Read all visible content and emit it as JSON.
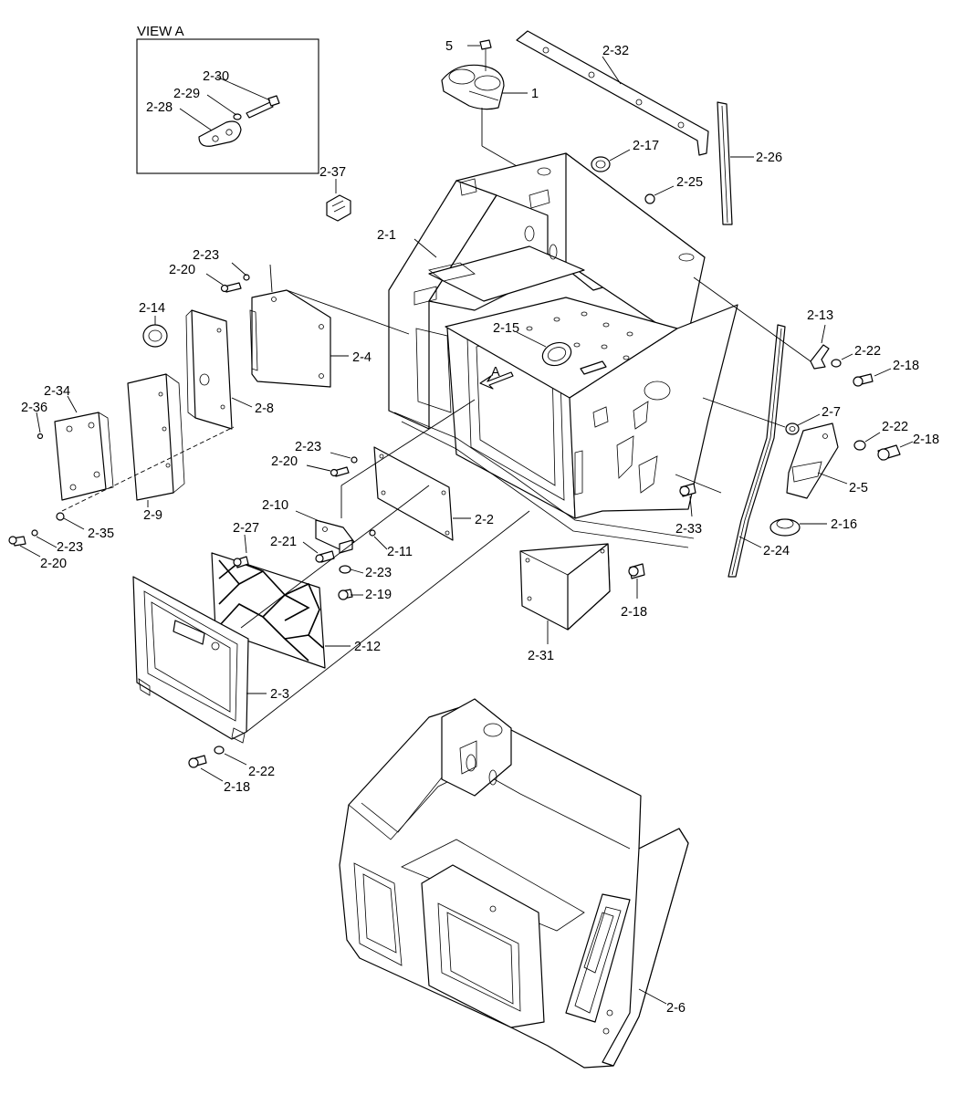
{
  "view": {
    "title": "VIEW A",
    "arrow_label": "A"
  },
  "labels": {
    "p5": "5",
    "p1": "1",
    "p2_32": "2-32",
    "p2_26": "2-26",
    "p2_17": "2-17",
    "p2_25": "2-25",
    "p2_37": "2-37",
    "p2_1": "2-1",
    "p2_30": "2-30",
    "p2_29": "2-29",
    "p2_28": "2-28",
    "p2_23a": "2-23",
    "p2_20a": "2-20",
    "p2_14": "2-14",
    "p2_4": "2-4",
    "p2_15": "2-15",
    "p2_13": "2-13",
    "p2_22a": "2-22",
    "p2_18a": "2-18",
    "p2_34": "2-34",
    "p2_36": "2-36",
    "p2_8": "2-8",
    "p2_7": "2-7",
    "p2_22b": "2-22",
    "p2_18b": "2-18",
    "p2_23b": "2-23",
    "p2_20b": "2-20",
    "p2_5": "2-5",
    "p2_9": "2-9",
    "p2_35": "2-35",
    "p2_23c": "2-23",
    "p2_20c": "2-20",
    "p2_2": "2-2",
    "p2_33": "2-33",
    "p2_16": "2-16",
    "p2_10": "2-10",
    "p2_27": "2-27",
    "p2_21": "2-21",
    "p2_11": "2-11",
    "p2_23d": "2-23",
    "p2_19": "2-19",
    "p2_24": "2-24",
    "p2_18c": "2-18",
    "p2_12": "2-12",
    "p2_31": "2-31",
    "p2_3": "2-3",
    "p2_22c": "2-22",
    "p2_18d": "2-18",
    "p2_6": "2-6"
  }
}
